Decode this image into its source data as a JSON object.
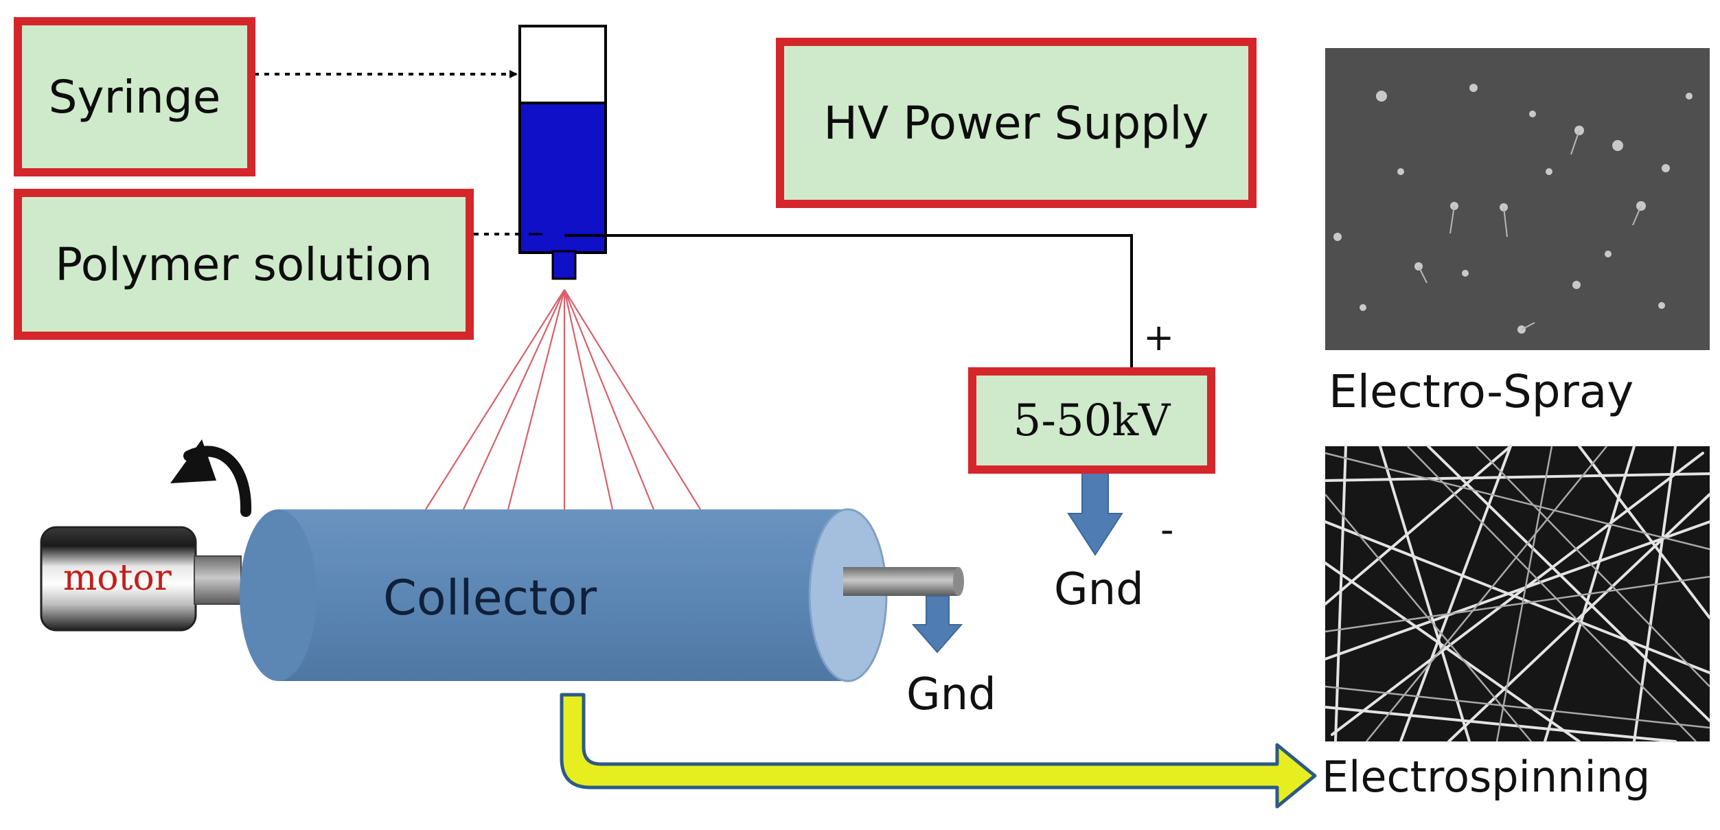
{
  "labels": {
    "syringe": "Syringe",
    "polymer_solution": "Polymer solution",
    "hv_power_supply": "HV Power Supply",
    "voltage": "5-50kV",
    "plus": "+",
    "minus": "-",
    "gnd_supply": "Gnd",
    "gnd_collector": "Gnd",
    "motor": "motor",
    "collector": "Collector",
    "electro_spray": "Electro-Spray",
    "electrospinning": "Electrospinning"
  },
  "colors": {
    "label_border": "#d4262b",
    "label_fill": "#cfeacb",
    "solution": "#1010c8",
    "collector": "#5c86b4",
    "collector_end": "#a3bfdd",
    "jets": "#d9606a",
    "ground_arrow": "#4f7db3",
    "flow_arrow": "#e6ee1f",
    "flow_arrow_outline": "#2d5a86",
    "motor_text": "#c0201a"
  },
  "icons": {
    "rotation": "curved-arrow-icon",
    "ground": "ground-arrow-icon",
    "flow": "flow-arrow-icon"
  }
}
